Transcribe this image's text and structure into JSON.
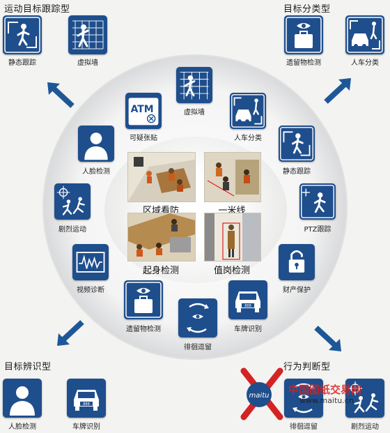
{
  "corners": {
    "top_left": "运动目标跟踪型",
    "top_right": "目标分类型",
    "bottom_left": "目标辨识型",
    "bottom_right": "行为判断型"
  },
  "corner_icons": {
    "static_tracking": "静态跟踪",
    "virtual_wall": "虚拟墙",
    "left_object": "遗留物检测",
    "person_vehicle": "人车分类",
    "face_detect": "人脸检测",
    "plate_recog": "车牌识别",
    "loitering": "徘徊逗留",
    "violent_motion": "剧烈运动"
  },
  "ring_icons": {
    "virtual_wall": "虚拟墙",
    "atm_paste": "可疑张贴",
    "atm_text": "ATM",
    "person_vehicle": "人车分类",
    "face_detect": "人脸检测",
    "static_tracking": "静态跟踪",
    "violent_motion": "剧烈运动",
    "ptz_tracking": "PTZ跟踪",
    "video_diag": "视频诊断",
    "asset_protect": "财产保护",
    "left_object": "遗留物检测",
    "plate_recog": "车牌识别",
    "loitering": "徘徊逗留",
    "plate_text": "888"
  },
  "scenes": {
    "zone_guard": "区域看防",
    "one_meter": "一米线",
    "get_up": "起身检测",
    "post_check": "值岗检测"
  },
  "watermark": {
    "logo": "maitu",
    "site": "中国图纸交易网",
    "url": "www.maitu.cn"
  },
  "colors": {
    "icon_blue": "#1f4e8c",
    "arrow_blue": "#1e5797"
  }
}
